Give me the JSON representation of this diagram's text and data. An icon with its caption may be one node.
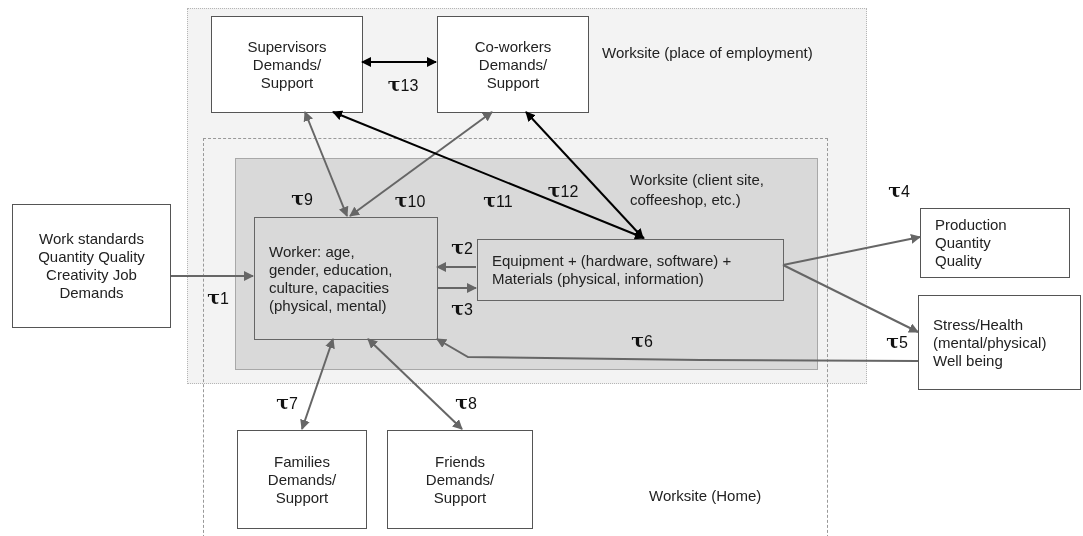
{
  "diagram": {
    "nodes": [
      {
        "text": [
          "Worksite (place of employment)"
        ]
      },
      {
        "text": [
          "Supervisors Demands/ Support"
        ],
        "in": 0
      },
      {
        "text": [
          "Co-workers Demands/ Support"
        ],
        "in": 0
      },
      {
        "text": [
          "Worksite (Home)"
        ]
      },
      {
        "text": [
          "Worksite (client site, coffeeshop, etc.)"
        ]
      },
      {
        "text": [
          "Worker: age, gender, education, culture, capacities (physical, mental)"
        ],
        "in": 4
      },
      {
        "text": [
          "Equipment + (hardware, software) + Materials (physical, information)"
        ],
        "in": 4
      },
      {
        "text": [
          "Work standards Quantity Quality Creativity Job Demands"
        ]
      },
      {
        "text": [
          "Production Quantity Quality"
        ]
      },
      {
        "text": [
          "Stress/Health (mental/physical) Well being"
        ]
      },
      {
        "text": [
          "Families Demands/ Support"
        ],
        "in": 3
      },
      {
        "text": [
          "Friends Demands/ Support"
        ],
        "in": 3
      }
    ],
    "edges": [
      {
        "from": 7,
        "to": 5,
        "arrow": "to",
        "label": "**τ**1"
      },
      {
        "from": 6,
        "to": 5,
        "arrow": "to",
        "label": "**τ**2"
      },
      {
        "from": 5,
        "to": 6,
        "arrow": "to",
        "label": "**τ**3"
      },
      {
        "from": 6,
        "to": 8,
        "arrow": "to",
        "label": "**τ**4"
      },
      {
        "from": 6,
        "to": 9,
        "arrow": "to",
        "label": "**τ**5"
      },
      {
        "from": 9,
        "to": 5,
        "arrow": "to",
        "label": "**τ**6"
      },
      {
        "from": 5,
        "to": 10,
        "arrow": "both",
        "label": "**τ**7"
      },
      {
        "from": 5,
        "to": 11,
        "arrow": "both",
        "label": "**τ**8"
      },
      {
        "from": 1,
        "to": 5,
        "arrow": "both",
        "label": "**τ**9"
      },
      {
        "from": 2,
        "to": 5,
        "arrow": "both",
        "label": "**τ**10"
      },
      {
        "from": 1,
        "to": 6,
        "arrow": "both",
        "label": "**τ**11",
        "color": "#000000"
      },
      {
        "from": 2,
        "to": 6,
        "arrow": "both",
        "label": "**τ**12",
        "color": "#000000"
      },
      {
        "from": 1,
        "to": 2,
        "arrow": "both",
        "label": "**τ**13",
        "color": "#000000"
      }
    ]
  }
}
